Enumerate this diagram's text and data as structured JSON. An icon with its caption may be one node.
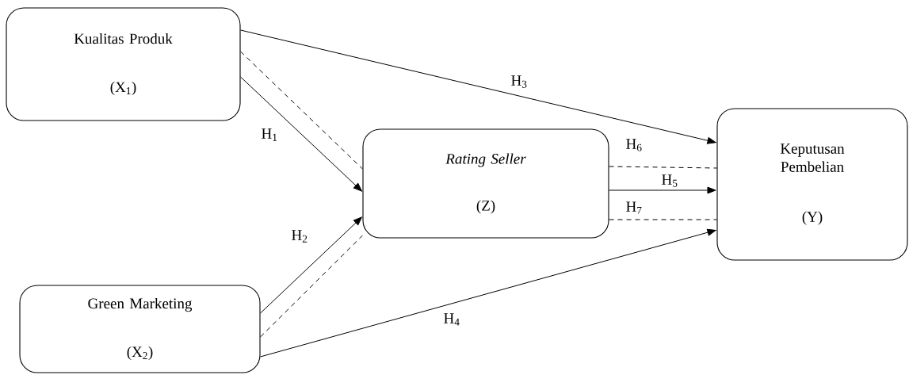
{
  "diagram": {
    "nodes": [
      {
        "text": [
          "Kualitas Produk",
          "(X$_{1}$)"
        ]
      },
      {
        "text": [
          "Green Marketing",
          "(X$_{2}$)"
        ]
      },
      {
        "text": [
          "Rating Seller",
          "(Z)"
        ]
      },
      {
        "text": [
          "Keputusan Pembelian",
          "(Y)"
        ]
      }
    ],
    "edges": [
      {
        "from": 0,
        "to": 3,
        "arrow": "to",
        "label": "H$_{3}$"
      },
      {
        "from": 0,
        "to": 2,
        "arrow": "none",
        "style": "dashed"
      },
      {
        "from": 0,
        "to": 2,
        "arrow": "to",
        "label": "H$_{1}$"
      },
      {
        "from": 1,
        "to": 2,
        "arrow": "to",
        "label": "H$_{2}$"
      },
      {
        "from": 1,
        "to": 2,
        "arrow": "none",
        "style": "dashed"
      },
      {
        "from": 1,
        "to": 3,
        "arrow": "to",
        "label": "H$_{4}$"
      },
      {
        "from": 2,
        "to": 3,
        "arrow": "none",
        "style": "dashed",
        "label": "H$_{6}$"
      },
      {
        "from": 2,
        "to": 3,
        "arrow": "to",
        "label": "H$_{5}$"
      },
      {
        "from": 2,
        "to": 3,
        "arrow": "none",
        "style": "dashed",
        "label": "H$_{7}$"
      }
    ]
  }
}
